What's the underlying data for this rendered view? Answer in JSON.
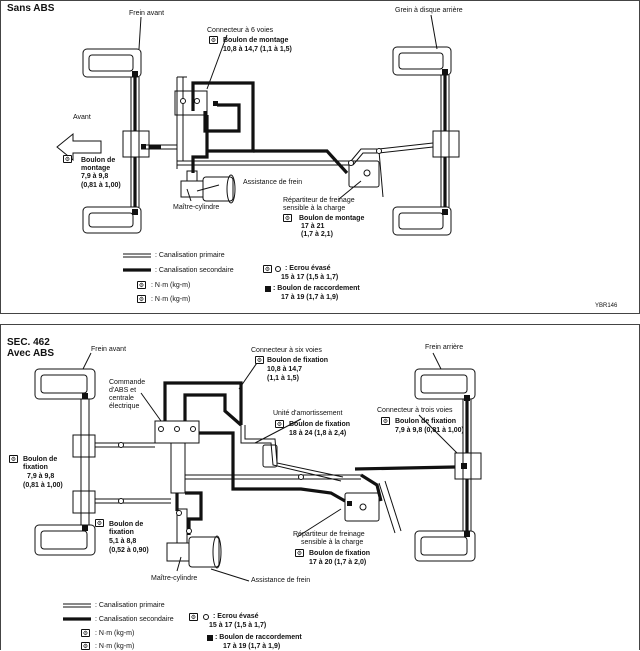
{
  "top": {
    "title": "Sans ABS",
    "labels": {
      "front_brake": "Frein avant",
      "rear_brake": "Grein à disque arrière",
      "connector": "Connecteur à 6 voies",
      "mount_bolt_title": "Boulon de montage",
      "mount_bolt_value": "10,8 à 14,7 (1,1 à 1,5)",
      "forward": "Avant",
      "left_bolt_1": "Boulon de",
      "left_bolt_2": "montage",
      "left_bolt_3": "7,9 à 9,8",
      "left_bolt_4": "(0,81 à 1,00)",
      "booster": "Assistance de frein",
      "master": "Maître-cylindre",
      "proportioner_1": "Répartiteur de freinage",
      "proportioner_2": "sensible à la charge",
      "rear_bolt_title": "Boulon de montage",
      "rear_bolt_v1": "17 à 21",
      "rear_bolt_v2": "(1,7 à 2,1)"
    },
    "legend": {
      "primary": ": Canalisation primaire",
      "secondary": ": Canalisation secondaire",
      "nm1": ": N·m (kg-m)",
      "nm2": ": N·m (kg-m)",
      "flare_title": ": Ecrou évasé",
      "flare_value": "15 à 17 (1,5 à 1,7)",
      "conn_title": ": Boulon de raccordement",
      "conn_value": "17 à 19 (1,7 à 1,9)"
    },
    "ref": "YBR146"
  },
  "bottom": {
    "section": "SEC. 462",
    "title": "Avec ABS",
    "labels": {
      "front_brake": "Frein avant",
      "rear_brake": "Frein arrière",
      "abs_1": "Commande",
      "abs_2": "d'ABS et",
      "abs_3": "centrale",
      "abs_4": "électrique",
      "six_conn": "Connecteur à six voies",
      "fix_title": "Boulon de fixation",
      "fix_v1": "10,8 à 14,7",
      "fix_v2": "(1,1 à 1,5)",
      "damper": "Unité d'amortissement",
      "damper_bolt": "Boulon de fixation",
      "damper_value": "18 à 24 (1,8 à 2,4)",
      "three_conn": "Connecteur à trois voies",
      "three_bolt": "Boulon de fixation",
      "three_value": "7,9 à 9,8 (0,81 à 1,00)",
      "left_1": "Boulon de",
      "left_2": "fixation",
      "left_3": "7,9 à 9,8",
      "left_4": "(0,81 à 1,00)",
      "mid_1": "Boulon de",
      "mid_2": "fixation",
      "mid_3": "5,1 à 8,8",
      "mid_4": "(0,52 à 0,90)",
      "master": "Maître-cylindre",
      "booster": "Assistance de frein",
      "proportioner_1": "Répartiteur de freinage",
      "proportioner_2": "sensible à la charge",
      "prop_bolt": "Boulon de fixation",
      "prop_value": "17 à 20 (1,7 à 2,0)"
    },
    "legend": {
      "primary": ": Canalisation primaire",
      "secondary": ": Canalisation secondaire",
      "nm1": ": N·m (kg-m)",
      "nm2": ": N·m (kg-m)",
      "flare_title": ": Ecrou évasé",
      "flare_value": "15 à 17 (1,5 à 1,7)",
      "conn_title": ": Boulon de raccordement",
      "conn_value": "17 à 19 (1,7 à 1,9)"
    }
  }
}
